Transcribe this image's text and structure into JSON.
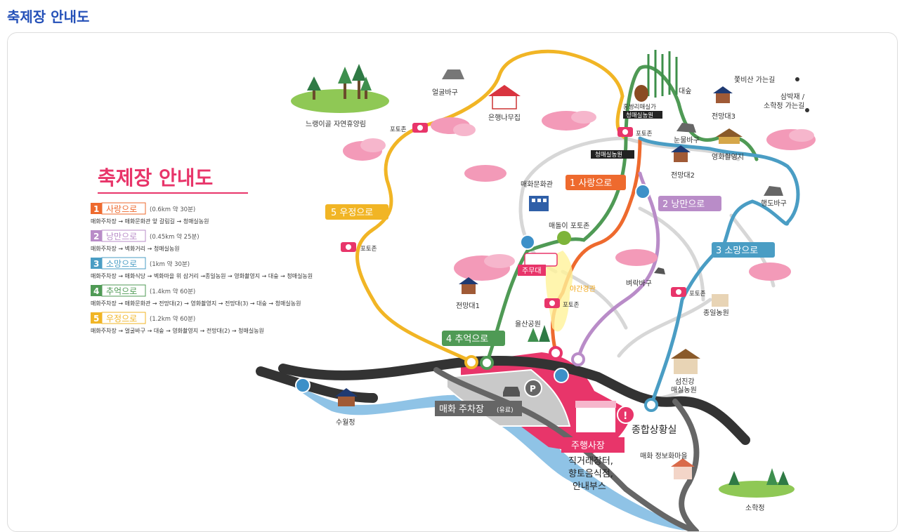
{
  "page": {
    "title": "축제장 안내도"
  },
  "map": {
    "title": "축제장 안내도",
    "colors": {
      "love": "#ee6a2e",
      "romance": "#b98cc8",
      "hope": "#4a9dc4",
      "memory": "#4f9a55",
      "friendship": "#f1b525",
      "parking_zone": "#e8356a",
      "road": "#333333",
      "river": "#7fb7df"
    },
    "routes": [
      {
        "num": "1",
        "name": "사랑으로",
        "detail": "(0.6km 약 30분)",
        "path": "매화주차장 → 매화문화관 앞 갈림길 → 청매실농원",
        "color": "#ee6a2e"
      },
      {
        "num": "2",
        "name": "낭만으로",
        "detail": "(0.45km 약 25분)",
        "path": "매화주차장 → 벽화거리 → 청매실농원",
        "color": "#b98cc8"
      },
      {
        "num": "3",
        "name": "소망으로",
        "detail": "(1km 약 30분)",
        "path": "매화주차장 → 매화식당 → 벽화마을 위 삼거리 →종일농원 → 영화촬영지 → 대숲 → 청매실농원",
        "color": "#4a9dc4"
      },
      {
        "num": "4",
        "name": "추억으로",
        "detail": "(1.4km 약 60분)",
        "path": "매화주차장 → 매화문화관 → 전망대(2) → 영화촬영지 → 전망대(3) → 대숲 → 청매실농원",
        "color": "#4f9a55"
      },
      {
        "num": "5",
        "name": "우정으로",
        "detail": "(1.2km 약 60분)",
        "path": "매화주차장 → 얼굴바구 → 대숲 → 영화촬영지 → 전망대(2) → 청매실농원",
        "color": "#f1b525"
      }
    ],
    "route_tags": {
      "r1": "1 사랑으로",
      "r2": "2 낭만으로",
      "r3": "3 소망으로",
      "r4": "4 추억으로",
      "r5": "5 우정으로"
    },
    "places": {
      "forest": "느랭이골 자연휴양림",
      "face_rock": "얼굴바구",
      "ginkgo_house": "은행나무집",
      "bamboo": "대숲",
      "hongssangri": "홍쌍리매실가",
      "cheongmaesil_tag": "청매실농원",
      "cheongmaesil_label": "청매실농원",
      "pihyang_road": "쫓비산 가는길",
      "sambakjae": "삼박재 /",
      "sohakjeong_road": "소학정 가는길",
      "observatory3": "전망대3",
      "nunmul_rock": "눈물바구",
      "movie_set": "영화촬영지",
      "observatory2": "전망대2",
      "haengdo_rock": "행도바구",
      "culture_hall": "매화문화관",
      "maedori_zone": "매돌이 포토존",
      "main_stage": "주무대",
      "observatory1": "전망대1",
      "night_view": "야간경관",
      "byeorak_rock": "벼락바구",
      "jongil_farm": "종일농원",
      "ulsan_park": "율산공원",
      "seomjingang": "섬진강",
      "seomjingang2": "매실농원",
      "suwoljeong": "수월정",
      "parking": "매화 주차장",
      "parking_paid": "(유료)",
      "parking_mark": "P",
      "info_room": "종합상황실",
      "info_mark": "!",
      "vendor": "주행사장",
      "vendor_desc1": "직거래장터,",
      "vendor_desc2": "향토음식점,",
      "vendor_desc3": "안내부스",
      "info_village": "매화 정보화마을",
      "sohakjeong": "소학정",
      "photo_zone": "포토존"
    }
  }
}
